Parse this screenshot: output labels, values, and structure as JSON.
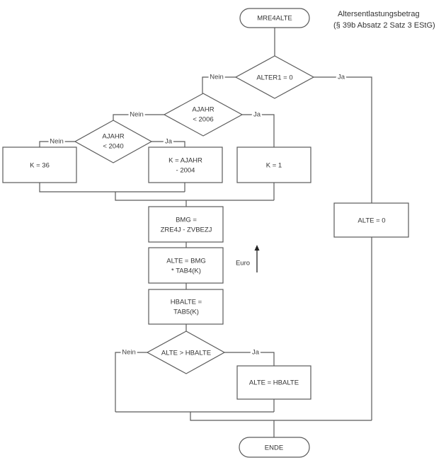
{
  "title": {
    "line1": "Altersentlastungsbetrag",
    "line2": "(§ 39b Absatz 2 Satz 3 EStG)"
  },
  "labels": {
    "yes": "Ja",
    "no": "Nein"
  },
  "nodes": {
    "start": "MRE4ALTE",
    "decision_alter1": "ALTER1 = 0",
    "decision_ajahr_2006": [
      "AJAHR",
      "< 2006"
    ],
    "decision_ajahr_2040": [
      "AJAHR",
      "< 2040"
    ],
    "k_36": "K = 36",
    "k_ajahr": [
      "K = AJAHR",
      "- 2004"
    ],
    "k_1": "K = 1",
    "bmg": [
      "BMG =",
      "ZRE4J - ZVBEZJ"
    ],
    "alte_bmg": [
      "ALTE = BMG",
      "* TAB4(K)"
    ],
    "hbalte": [
      "HBALTE =",
      "TAB5(K)"
    ],
    "decision_alte_hbalte": "ALTE > HBALTE",
    "alte_hbalte": "ALTE = HBALTE",
    "alte_0": "ALTE = 0",
    "end": "ENDE"
  },
  "annotation": {
    "euro": "Euro",
    "arrow_icon": "up-arrow"
  }
}
